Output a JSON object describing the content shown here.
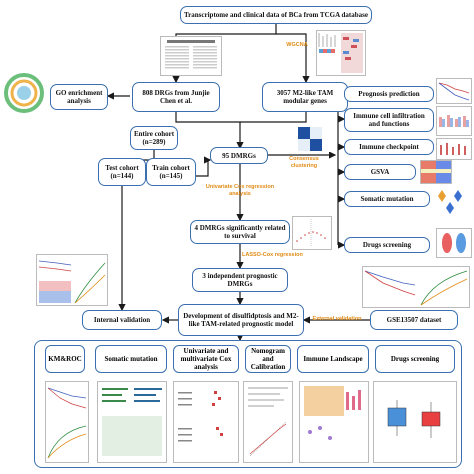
{
  "boxes": {
    "tcga": "Transcriptome and clinical data of BCa from TCGA database",
    "drgs": "808 DRGs from Junjie Chen et al.",
    "m2": "3057 M2-like TAM modular genes",
    "go": "GO enrichment analysis",
    "entire": "Entire cohort (n=289)",
    "test": "Test cohort (n=144)",
    "train": "Train cohort (n=145)",
    "dmrgs95": "95 DMRGs",
    "dmrgs4": "4 DMRGs significantly related to survival",
    "dmrgs3": "3 independent prognostic DMRGs",
    "internal": "Internal validation",
    "model": "Development of disulfidptosis and M2-like TAM-related prognostic model",
    "gse": "GSE13507 dataset",
    "prognosis": "Prognosis prediction",
    "immune_infil": "Immune cell infiltration and functions",
    "checkpoint": "Immune checkpoint",
    "gsva": "GSVA",
    "somatic": "Somatic mutation",
    "drugs": "Drugs screening"
  },
  "labels": {
    "wgcna": "WGCNA",
    "consensus": "Consensus clustering",
    "univariate": "Univariate Cox regression analysis",
    "lasso": "LASSO-Cox regression",
    "external": "External validation"
  },
  "bottom": {
    "km": "KM&ROC",
    "somatic": "Somatic mutation",
    "univ": "Univariate and multivariate Cox analysis",
    "nomogram": "Nomogram and Calibration",
    "immune": "Immune Landscape",
    "drugs": "Drugs screening"
  },
  "colors": {
    "border": "#3a6fb0",
    "accent": "#e08a14",
    "arrow": "#1a1a1a"
  }
}
